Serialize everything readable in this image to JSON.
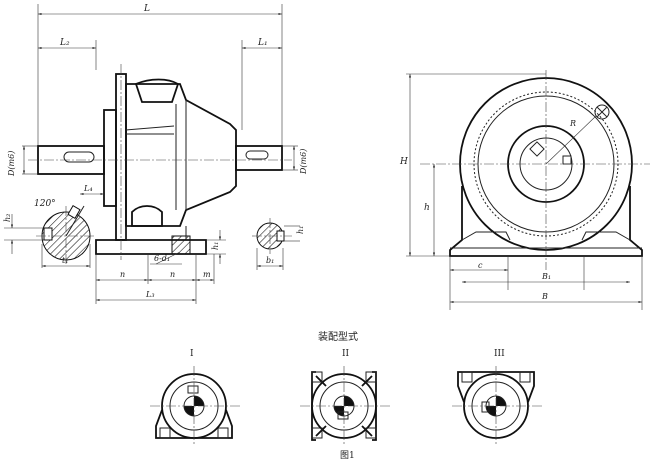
{
  "dims": {
    "L": "L",
    "L2_left": "L₂",
    "L1_right": "L₁",
    "D_left": "D(m6)",
    "D_right": "D(m6)",
    "h2": "h₂",
    "angle": "120°",
    "L4": "L₄",
    "t1": "t₁",
    "h1": "h₁",
    "b1": "b₁",
    "bolt": "6-d₁",
    "n1": "n",
    "n2": "n",
    "m": "m",
    "L3": "L₃",
    "H": "H",
    "h": "h",
    "R": "R",
    "c": "c",
    "B1": "B₁",
    "B": "B"
  },
  "assembly": {
    "title": "装配型式",
    "type1": "I",
    "type2": "II",
    "type3": "III"
  },
  "caption": "图1"
}
